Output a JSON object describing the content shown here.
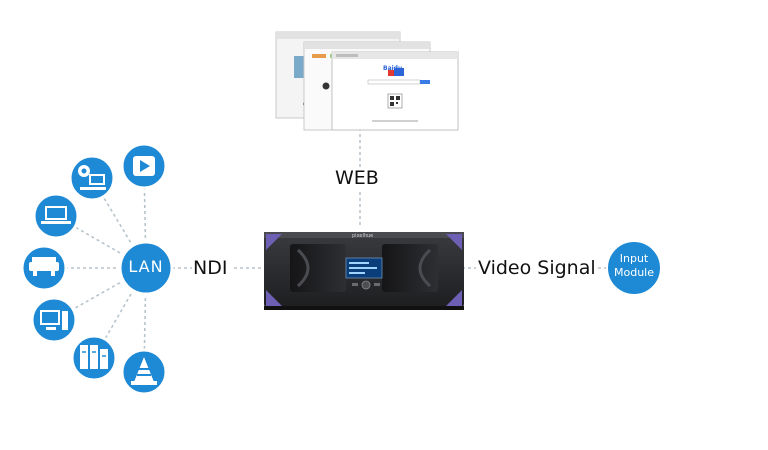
{
  "center_node": {
    "label": "LAN"
  },
  "connections": {
    "ndi": "NDI",
    "web": "WEB",
    "video": "Video Signal"
  },
  "input_module": {
    "line1": "Input",
    "line2": "Module"
  },
  "device": {
    "brand": "pixelhue"
  },
  "browser": {
    "logo_text": "Baidu"
  },
  "lan_devices": [
    {
      "icon": "play-icon"
    },
    {
      "icon": "webcam-pc-icon"
    },
    {
      "icon": "laptop-icon"
    },
    {
      "icon": "printer-icon"
    },
    {
      "icon": "desktop-icon"
    },
    {
      "icon": "server-icon"
    },
    {
      "icon": "vlc-cone-icon"
    }
  ],
  "colors": {
    "node_blue": "#1e8ad6",
    "link_gray": "#b8c4cc",
    "device_body": "#2a2b2e",
    "device_accent": "#6d5fb3"
  }
}
